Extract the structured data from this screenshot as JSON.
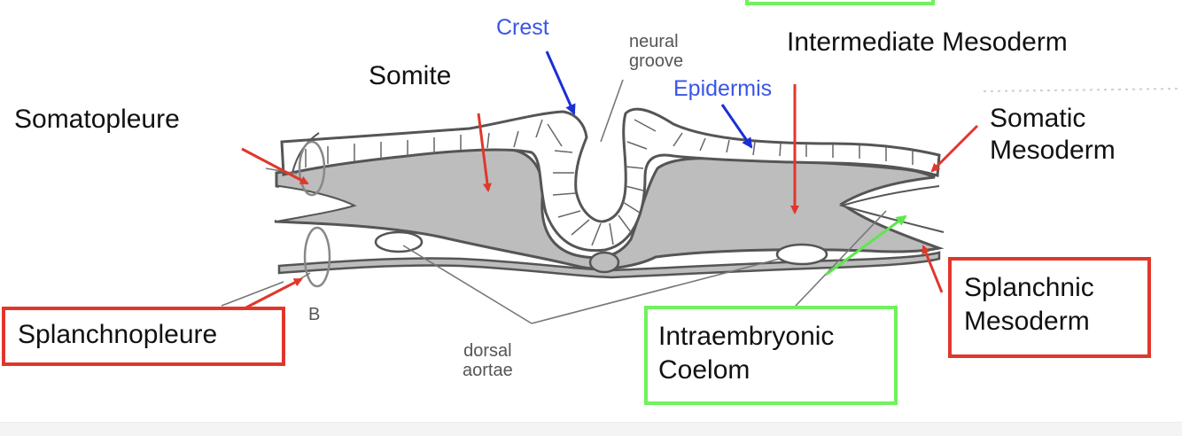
{
  "colors": {
    "tissue_fill": "#bdbdbd",
    "outline": "#555555",
    "arrow_red": "#e0372c",
    "arrow_blue": "#1a2fd6",
    "label_blue": "#3a55e6",
    "arrow_green": "#5de84a",
    "box_red": "#e0372c",
    "box_green": "#6ff25a"
  },
  "labels": {
    "crest": "Crest",
    "neural_groove": "neural\ngroove",
    "intermediate_mesoderm": "Intermediate Mesoderm",
    "somite": "Somite",
    "epidermis": "Epidermis",
    "somatopleure": "Somatopleure",
    "somatic_mesoderm": "Somatic\nMesoderm",
    "splanchnopleure": "Splanchnopleure",
    "b_marker": "B",
    "dorsal_aortae": "dorsal\naortae",
    "intraembryonic_coelom": "Intraembryonic\nCoelom",
    "splanchnic_mesoderm": "Splanchnic\nMesoderm"
  }
}
